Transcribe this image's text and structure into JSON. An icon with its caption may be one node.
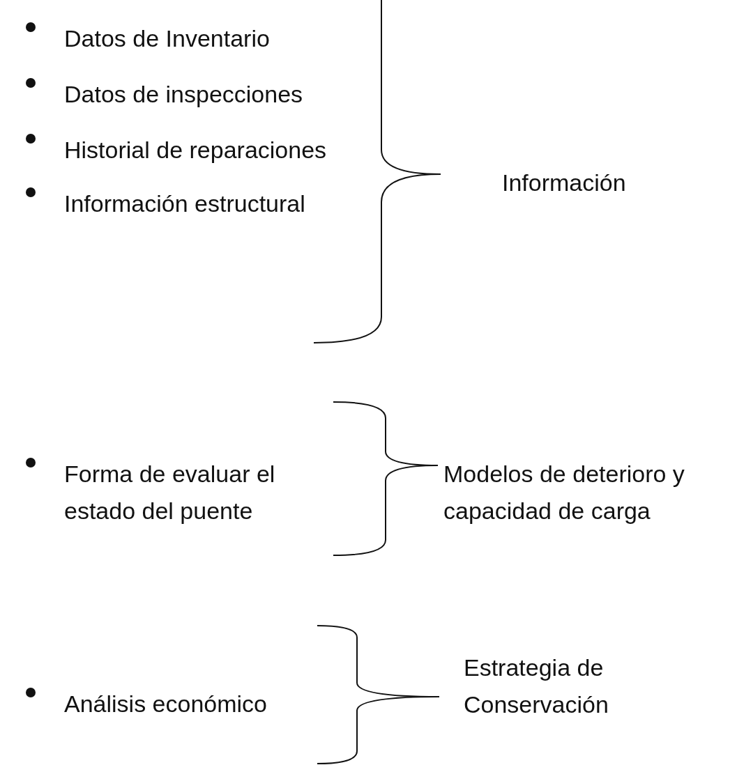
{
  "diagram": {
    "labels": [
      "Datos de Inventario",
      "Datos de inspecciones",
      "Historial de reparaciones",
      "Información estructural",
      "Información",
      "Forma de evaluar el estado del puente",
      "Modelos de deterioro y capacidad de carga",
      "Análisis económico",
      "Estrategia de Conservación"
    ]
  }
}
